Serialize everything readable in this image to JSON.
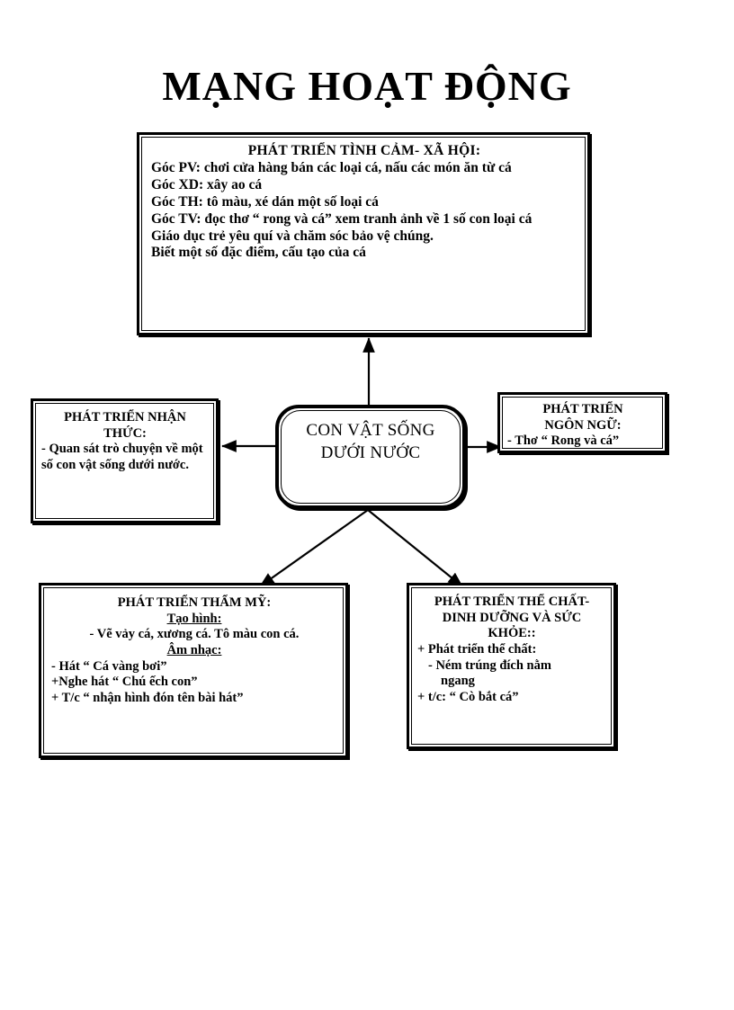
{
  "title": "MẠNG HOẠT ĐỘNG",
  "center_node": {
    "line1": "CON VẬT SỐNG",
    "line2": "DƯỚI NƯỚC"
  },
  "boxes": {
    "social": {
      "heading": "PHÁT TRIỂN TÌNH CẢM- XÃ HỘI:",
      "lines": [
        "Góc PV: chơi cửa hàng bán các loại cá, nấu các món ăn từ cá",
        "Góc XD: xây ao cá",
        "Góc TH: tô màu, xé dán một số loại cá",
        "Góc TV: đọc thơ “ rong và cá” xem tranh ảnh về 1 số con loại cá",
        "Giáo dục trẻ yêu quí và chăm sóc bảo vệ chúng.",
        "Biết một số đặc điểm, cấu tạo của cá"
      ]
    },
    "cognitive": {
      "heading_line1": "PHÁT TRIỂN NHẬN",
      "heading_line2": "THỨC:",
      "lines": [
        "- Quan sát trò chuyện về  một số con vật sống dưới nước."
      ]
    },
    "language": {
      "heading_line1": "PHÁT TRIỂN",
      "heading_line2": "NGÔN NGỮ:",
      "lines": [
        "- Thơ “ Rong và cá”"
      ]
    },
    "aesthetic": {
      "heading": "PHÁT TRIỂN THẨM MỸ:",
      "sub1": "Tạo hình:",
      "sub1_lines": [
        "- Vẽ vảy cá, xương cá. Tô màu con cá."
      ],
      "sub2": "Âm nhạc:",
      "sub2_lines": [
        "- Hát “ Cá vàng bơi”",
        "+Nghe hát “ Chú ếch con”",
        "+ T/c “ nhận hình đón tên bài hát”"
      ]
    },
    "physical": {
      "heading_line1": "PHÁT TRIỂN THỂ CHẤT-",
      "heading_line2": "DINH DƯỠNG VÀ SỨC",
      "heading_line3": "KHỎE::",
      "lines": [
        "+ Phát triển thể chất:",
        "-    Ném trúng đích nằm",
        "ngang",
        "+ t/c: “ Cò bắt cá”"
      ]
    }
  },
  "colors": {
    "ink": "#000000",
    "paper": "#ffffff"
  }
}
